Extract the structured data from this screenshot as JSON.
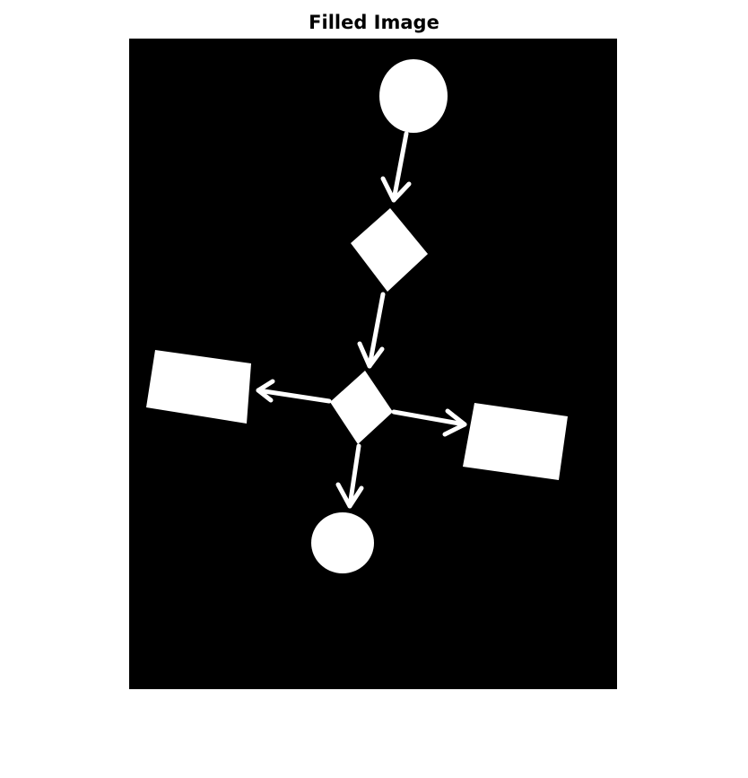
{
  "figure": {
    "title": "Filled Image"
  },
  "image": {
    "background_color": "#000000",
    "foreground_color": "#ffffff",
    "shapes": [
      {
        "name": "top-circle-node",
        "kind": "circle"
      },
      {
        "name": "upper-diamond-node",
        "kind": "diamond"
      },
      {
        "name": "center-diamond-node",
        "kind": "diamond"
      },
      {
        "name": "left-rectangle-node",
        "kind": "rectangle"
      },
      {
        "name": "right-rectangle-node",
        "kind": "rectangle"
      },
      {
        "name": "bottom-circle-node",
        "kind": "circle"
      }
    ],
    "arrows": [
      {
        "name": "arrow-top-circle-to-upper-diamond",
        "from": "top-circle-node",
        "to": "upper-diamond-node"
      },
      {
        "name": "arrow-upper-diamond-to-center-diamond",
        "from": "upper-diamond-node",
        "to": "center-diamond-node"
      },
      {
        "name": "arrow-center-diamond-to-left-rectangle",
        "from": "center-diamond-node",
        "to": "left-rectangle-node"
      },
      {
        "name": "arrow-center-diamond-to-right-rectangle",
        "from": "center-diamond-node",
        "to": "right-rectangle-node"
      },
      {
        "name": "arrow-center-diamond-to-bottom-circle",
        "from": "center-diamond-node",
        "to": "bottom-circle-node"
      }
    ]
  }
}
